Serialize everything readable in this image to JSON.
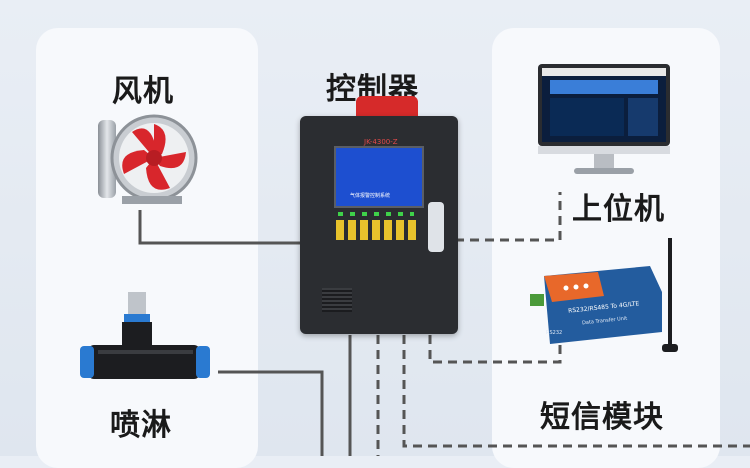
{
  "labels": {
    "fan": "风机",
    "controller": "控制器",
    "computer": "上位机",
    "sprinkler": "喷淋",
    "sms_module": "短信模块"
  },
  "controller": {
    "model_tag": "JK-4300-Z",
    "screen_caption": "气体报警控制系统"
  },
  "sms_module": {
    "brand_text": "RS232/RS485 To 4G/LTE",
    "sub_text": "Data Transfer Unit",
    "port_label": "RS232"
  },
  "colors": {
    "fan_blade": "#d8262c",
    "controller_body": "#2b2d31",
    "screen": "#1d4fd0",
    "module_orange": "#e8682a",
    "wire": "#555555"
  },
  "icons": {
    "alarm_light": "alarm-light-icon",
    "fan": "axial-fan-icon",
    "monitor": "monitor-icon",
    "router": "router-icon",
    "valve": "pipe-valve-icon"
  }
}
